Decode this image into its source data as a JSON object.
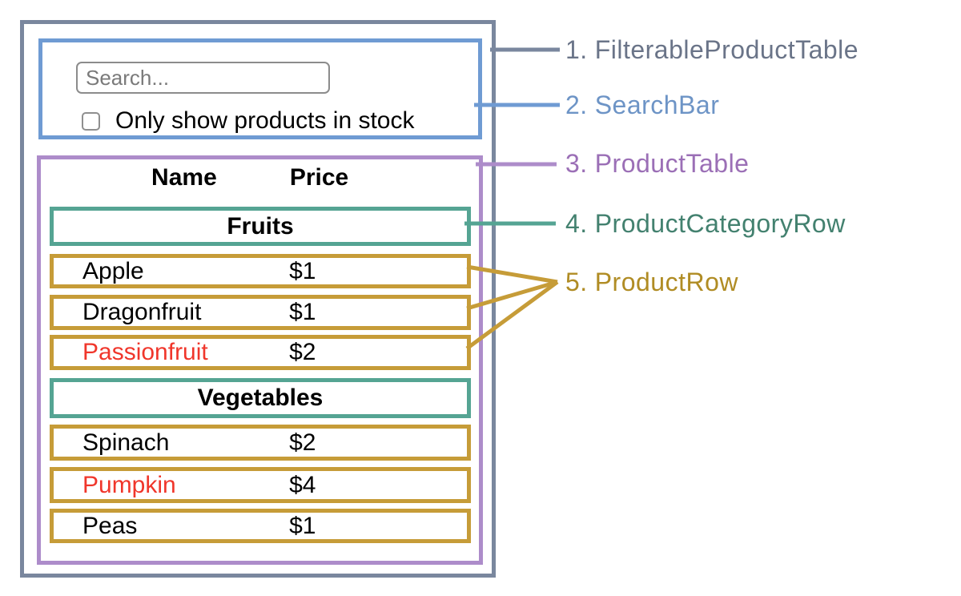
{
  "colors": {
    "outline": "#7a879e",
    "searchbar": "#6f9bd3",
    "product_table": "#ad8cca",
    "category_row": "#55a493",
    "product_row": "#c69c38",
    "label_1": "#6a7488",
    "label_2": "#6d94c6",
    "label_3": "#9b6fb6",
    "label_4": "#43816f",
    "label_5": "#b08c24",
    "out_of_stock": "#f0362b"
  },
  "search_bar": {
    "placeholder": "Search...",
    "checkbox_label": "Only show products in stock",
    "checkbox_checked": false
  },
  "table": {
    "headers": {
      "name": "Name",
      "price": "Price"
    },
    "categories": [
      {
        "label": "Fruits",
        "products": [
          {
            "name": "Apple",
            "price": "$1",
            "in_stock": true
          },
          {
            "name": "Dragonfruit",
            "price": "$1",
            "in_stock": true
          },
          {
            "name": "Passionfruit",
            "price": "$2",
            "in_stock": false
          }
        ]
      },
      {
        "label": "Vegetables",
        "products": [
          {
            "name": "Spinach",
            "price": "$2",
            "in_stock": true
          },
          {
            "name": "Pumpkin",
            "price": "$4",
            "in_stock": false
          },
          {
            "name": "Peas",
            "price": "$1",
            "in_stock": true
          }
        ]
      }
    ]
  },
  "legend": [
    {
      "number": "1.",
      "name": "FilterableProductTable"
    },
    {
      "number": "2.",
      "name": "SearchBar"
    },
    {
      "number": "3.",
      "name": "ProductTable"
    },
    {
      "number": "4.",
      "name": "ProductCategoryRow"
    },
    {
      "number": "5.",
      "name": "ProductRow"
    }
  ]
}
